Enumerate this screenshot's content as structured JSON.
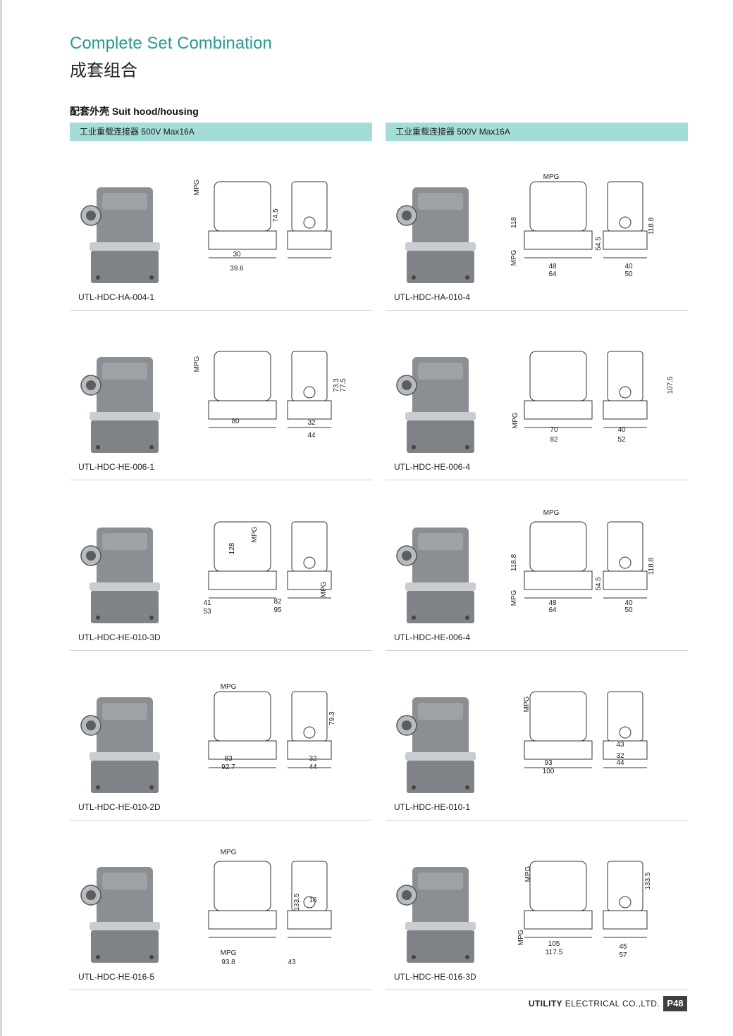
{
  "header": {
    "title_en": "Complete Set Combination",
    "title_cn": "成套组合"
  },
  "section": {
    "title": "配套外壳  Suit hood/housing"
  },
  "columns": [
    {
      "banner": "工业重载连接器 500V Max16A"
    },
    {
      "banner": "工业重载连接器 500V Max16A"
    }
  ],
  "products": [
    {
      "model": "UTL-HDC-HA-004-1",
      "dims": [
        "MPG",
        "74.5",
        "30",
        "39.6"
      ]
    },
    {
      "model": "UTL-HDC-HA-010-4",
      "dims": [
        "MPG",
        "118",
        "MPG",
        "48",
        "64",
        "54.5",
        "118.8",
        "40",
        "50"
      ]
    },
    {
      "model": "UTL-HDC-HE-006-1",
      "dims": [
        "MPG",
        "80",
        "73.3",
        "77.5",
        "32",
        "44"
      ]
    },
    {
      "model": "UTL-HDC-HE-006-4",
      "dims": [
        "MPG",
        "70",
        "82",
        "107.5",
        "40",
        "52"
      ]
    },
    {
      "model": "UTL-HDC-HE-010-3D",
      "dims": [
        "128",
        "41",
        "53",
        "MPG",
        "MPG",
        "82",
        "95"
      ]
    },
    {
      "model": "UTL-HDC-HE-006-4",
      "dims": [
        "MPG",
        "118.8",
        "MPG",
        "48",
        "64",
        "54.5",
        "118.8",
        "40",
        "50"
      ]
    },
    {
      "model": "UTL-HDC-HE-010-2D",
      "dims": [
        "MPG",
        "83",
        "92.7",
        "79.3",
        "32",
        "44"
      ]
    },
    {
      "model": "UTL-HDC-HE-010-1",
      "dims": [
        "MPG",
        "93",
        "100",
        "43",
        "32",
        "44"
      ]
    },
    {
      "model": "UTL-HDC-HE-016-5",
      "dims": [
        "MPG",
        "MPG",
        "93.8",
        "133.5",
        "16",
        "43"
      ]
    },
    {
      "model": "UTL-HDC-HE-016-3D",
      "dims": [
        "MPG",
        "MPG",
        "105",
        "117.5",
        "133.5",
        "45",
        "57"
      ]
    }
  ],
  "footer": {
    "brand_bold": "UTILITY",
    "brand_rest": " ELECTRICAL CO.,LTD.",
    "page": "P48"
  }
}
